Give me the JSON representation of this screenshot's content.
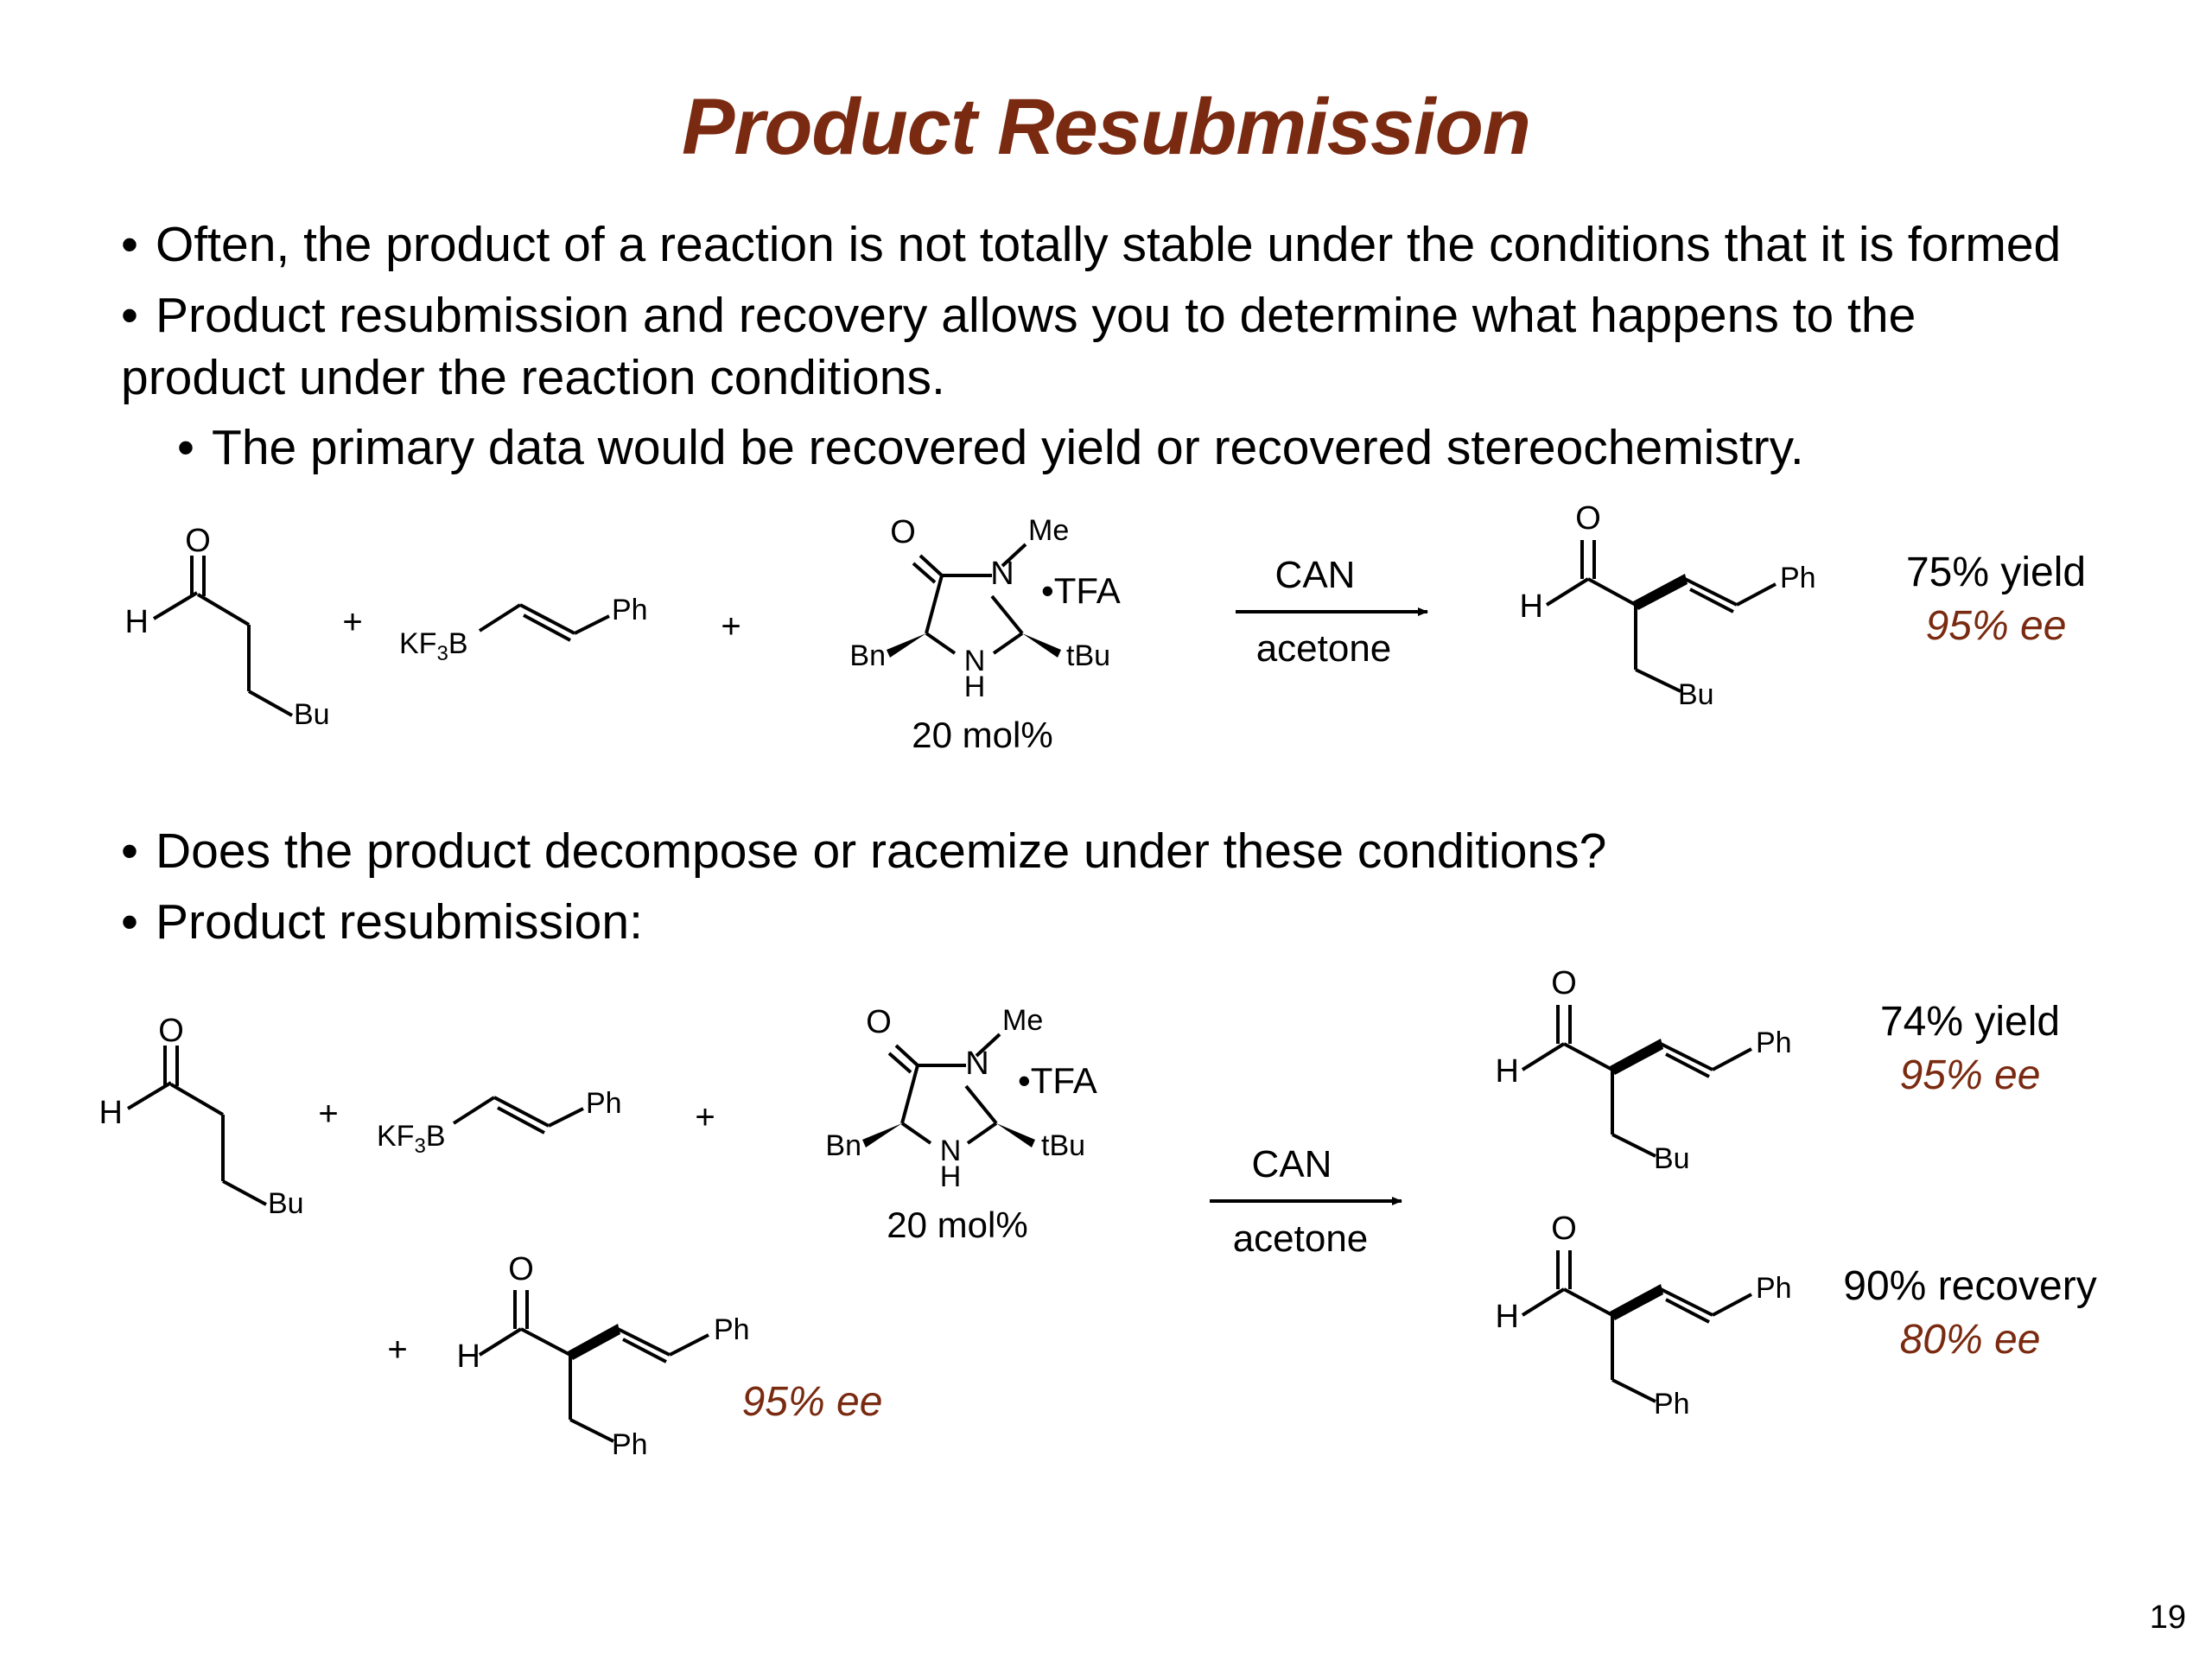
{
  "slide": {
    "title": "Product Resubmission",
    "bullets": [
      "Often, the product of a reaction is not totally stable under the conditions that it is formed",
      "Product resubmission and recovery allows you to determine what happens to the",
      "product under the reaction conditions.",
      "The primary data would be recovered yield or recovered stereochemistry.",
      "Does the product decompose or racemize under these conditions?",
      "Product resubmission:"
    ],
    "bullet_char": "•",
    "page_number": "19"
  },
  "reaction1": {
    "aldehyde": {
      "O": "O",
      "H": "H",
      "R": "Bu"
    },
    "plus": "+",
    "borate": {
      "K": "KF",
      "sub": "3",
      "B": "B",
      "Ph": "Ph"
    },
    "catalyst": {
      "O": "O",
      "N": "N",
      "Me": "Me",
      "TFA": "•TFA",
      "Bn": "Bn",
      "NH_N": "N",
      "NH_H": "H",
      "tBu": "tBu",
      "loading": "20 mol%"
    },
    "reagent": "CAN",
    "solvent": "acetone",
    "product": {
      "O": "O",
      "H": "H",
      "Ph": "Ph",
      "R": "Bu"
    },
    "yield": "75% yield",
    "ee": "95% ee"
  },
  "reaction2": {
    "aldehyde": {
      "O": "O",
      "H": "H",
      "R": "Bu"
    },
    "plus": "+",
    "borate": {
      "K": "KF",
      "sub": "3",
      "B": "B",
      "Ph": "Ph"
    },
    "catalyst": {
      "O": "O",
      "N": "N",
      "Me": "Me",
      "TFA": "•TFA",
      "Bn": "Bn",
      "NH_N": "N",
      "NH_H": "H",
      "tBu": "tBu",
      "loading": "20 mol%"
    },
    "additive": {
      "O": "O",
      "H": "H",
      "Ph": "Ph",
      "R": "Ph",
      "ee": "95% ee"
    },
    "reagent": "CAN",
    "solvent": "acetone",
    "product1": {
      "O": "O",
      "H": "H",
      "Ph": "Ph",
      "R": "Bu",
      "yield": "74% yield",
      "ee": "95% ee"
    },
    "product2": {
      "O": "O",
      "H": "H",
      "Ph": "Ph",
      "R": "Ph",
      "yield": "90% recovery",
      "ee": "80% ee"
    }
  }
}
